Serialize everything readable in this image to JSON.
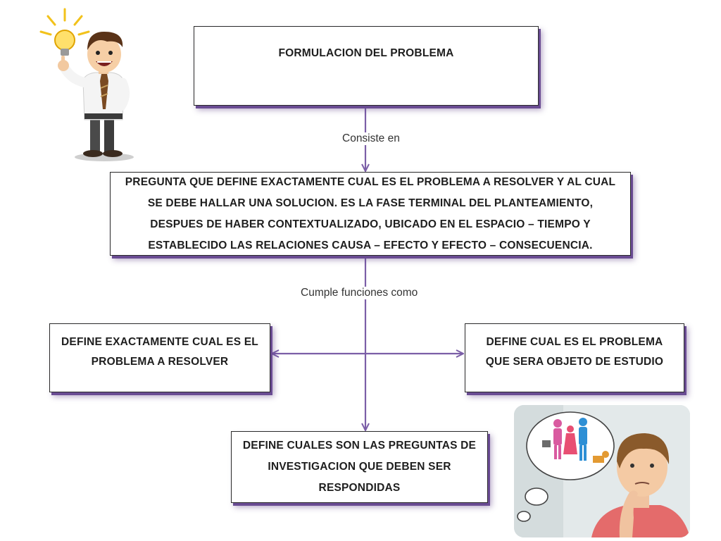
{
  "diagram": {
    "title_box": "FORMULACION DEL PROBLEMA",
    "connector_1_label": "Consiste en",
    "definition_box": "PREGUNTA QUE DEFINE EXACTAMENTE CUAL ES EL PROBLEMA A RESOLVER Y AL CUAL\nSE DEBE HALLAR UNA SOLUCION. ES LA FASE TERMINAL DEL PLANTEAMIENTO,\nDESPUES DE HABER CONTEXTUALIZADO, UBICADO EN EL ESPACIO – TIEMPO Y\nESTABLECIDO LAS RELACIONES CAUSA – EFECTO Y EFECTO – CONSECUENCIA.",
    "connector_2_label": "Cumple funciones como",
    "function_left": "DEFINE EXACTAMENTE CUAL ES EL\nPROBLEMA A RESOLVER",
    "function_right": "DEFINE CUAL ES EL PROBLEMA\nQUE SERA OBJETO DE ESTUDIO",
    "function_bottom": "DEFINE CUALES SON LAS PREGUNTAS DE\nINVESTIGACION QUE DEBEN SER\nRESPONDIDAS"
  },
  "colors": {
    "connector": "#7b5ea7",
    "box_shadow": "#6a4c93",
    "border": "#2a2a2a"
  },
  "illustrations": {
    "top_left": "businessman-with-lightbulb-idea",
    "bottom_right": "man-thinking-about-people-and-dog"
  }
}
